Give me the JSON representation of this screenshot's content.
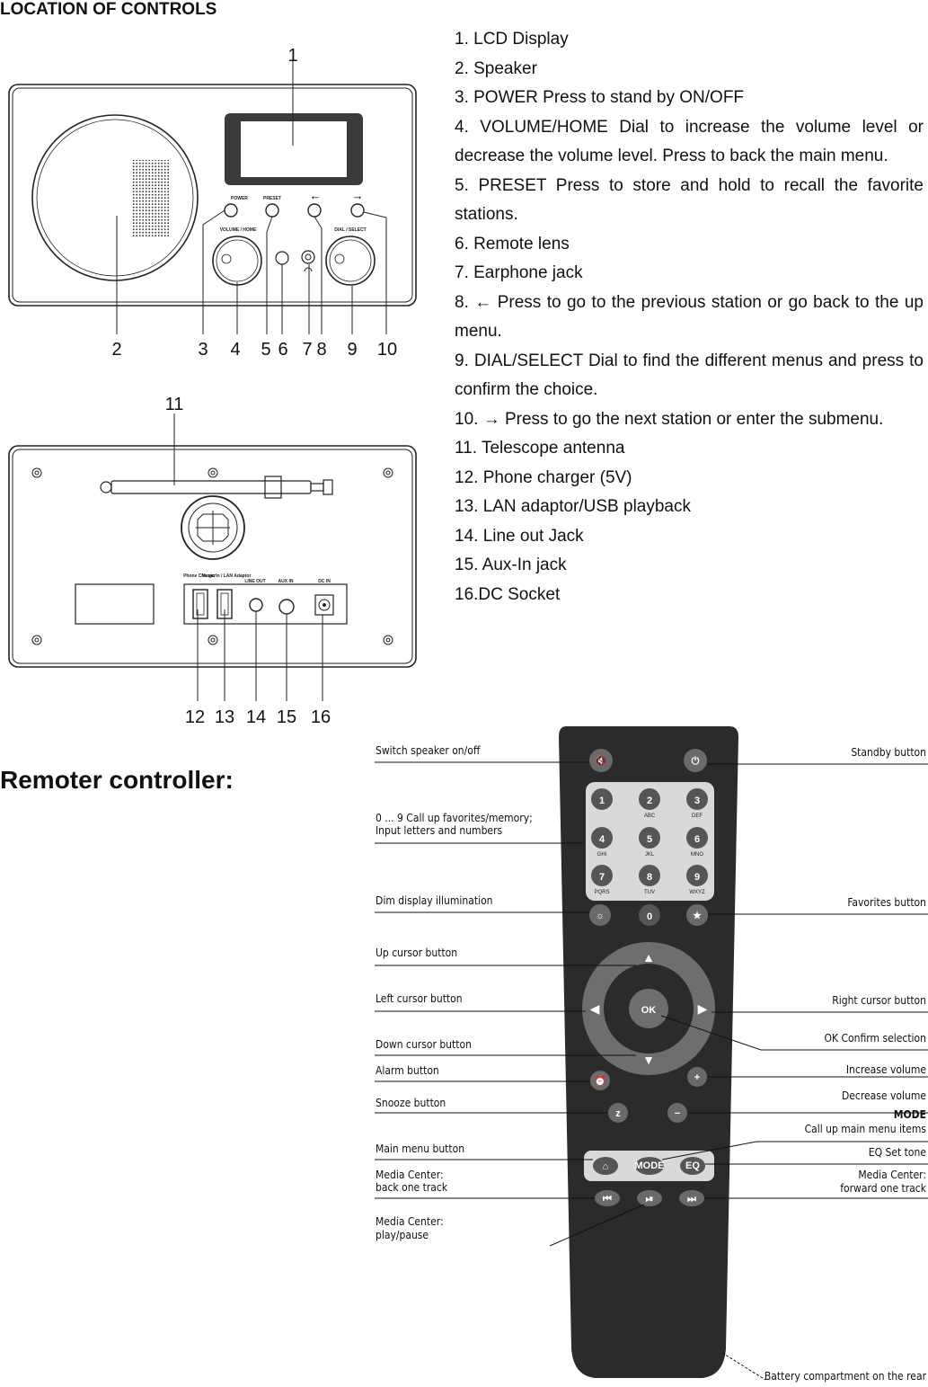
{
  "header": {
    "title": "LOCATION OF CONTROLS",
    "remote_title": "Remoter controller:"
  },
  "controls": [
    {
      "text": "1. LCD Display"
    },
    {
      "text": "2. Speaker"
    },
    {
      "text": "3. POWER    Press to stand by ON/OFF"
    },
    {
      "text": "4. VOLUME/HOME     Dial to increase the volume level or decrease the volume level. Press to back the main menu."
    },
    {
      "text": "5. PRESET Press to store and hold to recall the favorite stations."
    },
    {
      "text": "6. Remote lens"
    },
    {
      "text": "7. Earphone jack"
    },
    {
      "text": "8. ←   Press to go to the previous station or go back to the up menu."
    },
    {
      "text": "9. DIAL/SELECT Dial to find the different menus and press to confirm the choice."
    },
    {
      "text": "10. →   Press to go the next station or enter the submenu."
    },
    {
      "text": "11. Telescope antenna"
    },
    {
      "text": "12. Phone charger (5V)"
    },
    {
      "text": "13. LAN adaptor/USB playback"
    },
    {
      "text": "14. Line out Jack"
    },
    {
      "text": "15. Aux-In jack"
    },
    {
      "text": "16.DC Socket"
    }
  ],
  "front": {
    "callouts": [
      "1",
      "2",
      "3",
      "4",
      "5",
      "6",
      "7",
      "8",
      "9",
      "10"
    ],
    "panel_labels": {
      "power": "POWER",
      "preset": "PRESET",
      "volume": "VOLUME / HOME",
      "dial": "DIAL / SELECT",
      "left_arrow": "←",
      "right_arrow": "→"
    }
  },
  "rear": {
    "callouts": [
      "11",
      "12",
      "13",
      "14",
      "15",
      "16"
    ],
    "panel_labels": {
      "phone_charger": "Phone Charger",
      "music_in": "Music In / LAN Adaptor",
      "line_out": "LINE OUT",
      "aux_in": "AUX IN",
      "dc_in": "DC IN"
    }
  },
  "remote": {
    "labels": {
      "switch_speaker": "Switch speaker on/off",
      "number_keys": "0 ... 9 Call up favorites/memory;",
      "number_keys_2": "Input letters and numbers",
      "dim_display": "Dim display illumination",
      "up_cursor": "Up cursor button",
      "left_cursor": "Left cursor button",
      "down_cursor": "Down cursor button",
      "alarm": "Alarm button",
      "snooze": "Snooze button",
      "main_menu": "Main menu button",
      "media_back": "Media Center:",
      "media_back_2": "back one track",
      "media_play": "Media Center:",
      "media_play_2": "play/pause",
      "standby": "Standby button",
      "favorites": "Favorites button",
      "right_cursor": "Right cursor button",
      "ok_confirm": "OK Confirm selection",
      "increase_volume": "Increase volume",
      "decrease_volume": "Decrease volume",
      "mode": "MODE",
      "mode_2": "Call up main menu items",
      "eq": "EQ Set tone",
      "media_forward": "Media Center:",
      "media_forward_2": "forward one track",
      "battery": "Battery compartment on the rear"
    },
    "keys": [
      {
        "digit": "1",
        "letters": ""
      },
      {
        "digit": "2",
        "letters": "ABC"
      },
      {
        "digit": "3",
        "letters": "DEF"
      },
      {
        "digit": "4",
        "letters": "GHI"
      },
      {
        "digit": "5",
        "letters": "JKL"
      },
      {
        "digit": "6",
        "letters": "MNO"
      },
      {
        "digit": "7",
        "letters": "PQRS"
      },
      {
        "digit": "8",
        "letters": "TUV"
      },
      {
        "digit": "9",
        "letters": "WXYZ"
      }
    ],
    "zero_key": "0",
    "ok_key": "OK",
    "mode_key": "MODE",
    "eq_key": "EQ"
  }
}
